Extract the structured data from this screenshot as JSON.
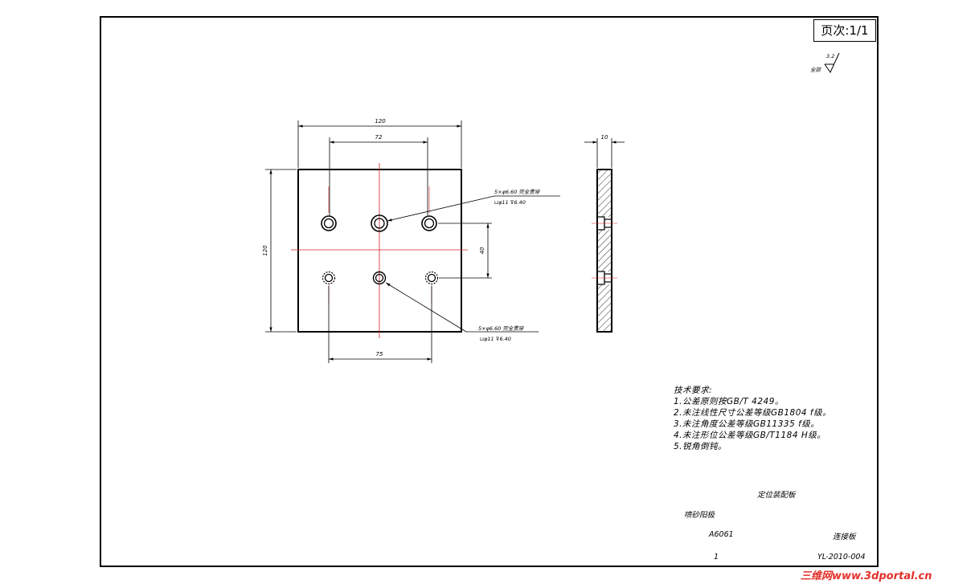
{
  "page_label": "页次:1/1",
  "roughness": {
    "value": "3.2",
    "prefix": "全部"
  },
  "dimensions": {
    "width_overall": "120",
    "hole_span_top": "72",
    "height_overall": "120",
    "row_spacing": "40",
    "hole_span_bottom": "75",
    "thickness": "10"
  },
  "callout_top": {
    "line1": "5×φ6.60 完全贯穿",
    "line2": "⊔φ11 ⊽6.40"
  },
  "callout_bottom": {
    "line1": "5×φ6.60 完全贯穿",
    "line2": "⊔φ11 ⊽6.40"
  },
  "technical_requirements": {
    "title": "技术要求:",
    "items": [
      "1.公差原则按GB/T 4249。",
      "2.未注线性尺寸公差等级GB1804  f级。",
      "3.未注角度公差等级GB11335  f级。",
      "4.未注形位公差等级GB/T1184  H级。",
      "5.锐角倒钝。"
    ]
  },
  "title_block": {
    "assembly_name": "定位装配板",
    "surface": "喷砂阳极",
    "material": "A6061",
    "part_name": "连接板",
    "quantity": "1",
    "drawing_number": "YL-2010-004"
  },
  "watermark": "三维网www.3dportal.cn"
}
